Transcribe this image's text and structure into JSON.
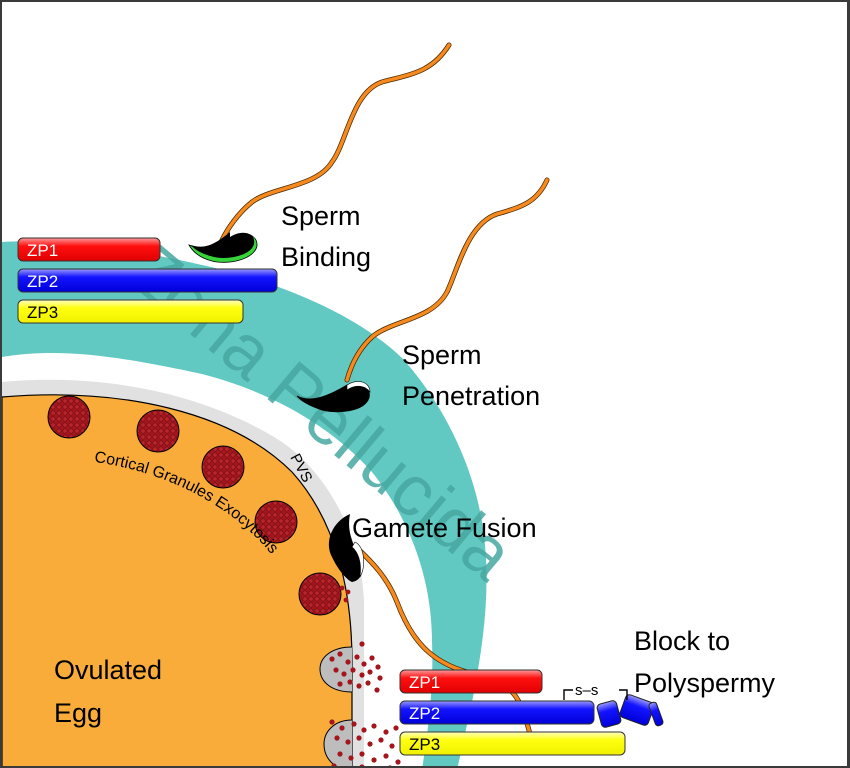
{
  "diagram": {
    "title": "Fertilization and block to polyspermy",
    "labels": {
      "sperm_binding": [
        "Sperm",
        "Binding"
      ],
      "sperm_penetration": [
        "Sperm",
        "Penetration"
      ],
      "gamete_fusion": "Gamete Fusion",
      "block_polyspermy": [
        "Block to",
        "Polyspermy"
      ],
      "ovulated_egg": [
        "Ovulated",
        "Egg"
      ],
      "cortical_granules": "Cortical Granules Exocytosis",
      "pvs": "PVS",
      "zona_pellucida": "Zona Pellucida",
      "disulfide": "s–s"
    },
    "zp_top": [
      {
        "label": "ZP1",
        "color": "#ff1a1a"
      },
      {
        "label": "ZP2",
        "color": "#1a1aff"
      },
      {
        "label": "ZP3",
        "color": "#ffff1a"
      }
    ],
    "zp_bottom": [
      {
        "label": "ZP1",
        "color": "#ff1a1a"
      },
      {
        "label": "ZP2",
        "color": "#1a1aff"
      },
      {
        "label": "ZP3",
        "color": "#ffff1a"
      }
    ],
    "colors": {
      "egg": "#f9ac3a",
      "zona": "#62c9c2",
      "zona_text": "#47a8a2",
      "granule": "#a3161e",
      "tail": "#f68a1e",
      "acrosome_green": "#36d43a"
    }
  }
}
